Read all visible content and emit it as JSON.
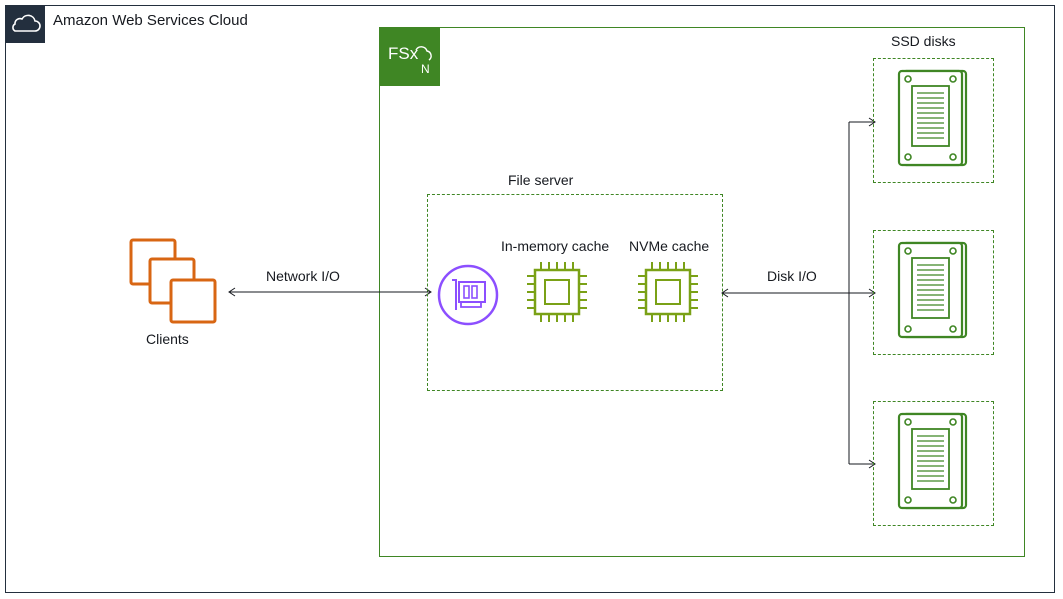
{
  "cloud": {
    "title": "Amazon Web Services Cloud",
    "icon": "cloud-icon",
    "color": "#232f3e"
  },
  "fsx": {
    "icon": "fsx-netapp-ontap-icon",
    "badge_text": "FSx",
    "badge_sub": "N",
    "color": "#3f8624"
  },
  "clients": {
    "label": "Clients",
    "icon": "instances-icon",
    "color": "#d86613"
  },
  "network_io": {
    "label": "Network I/O"
  },
  "file_server": {
    "label": "File server",
    "network_card_icon": "network-adapter-icon",
    "network_card_color": "#8c4fff",
    "memory_cache": {
      "label": "In-memory cache",
      "icon": "chip-icon"
    },
    "nvme_cache": {
      "label": "NVMe cache",
      "icon": "chip-icon"
    }
  },
  "disk_io": {
    "label": "Disk I/O"
  },
  "ssd": {
    "label": "SSD disks",
    "disk_icon": "ssd-disk-icon",
    "count": 3
  }
}
